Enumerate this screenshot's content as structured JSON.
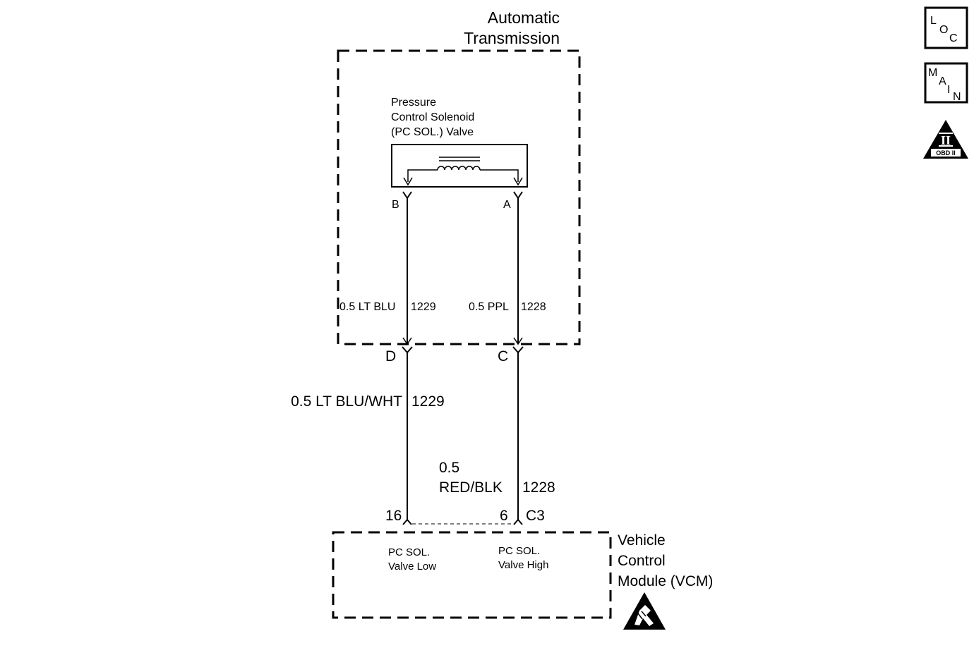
{
  "transmission": {
    "title_line1": "Automatic",
    "title_line2": "Transmission",
    "solenoid_line1": "Pressure",
    "solenoid_line2": "Control Solenoid",
    "solenoid_line3": "(PC SOL.) Valve",
    "pin_b": "B",
    "pin_a": "A",
    "wire_left_label": "0.5 LT BLU",
    "wire_left_circuit": "1229",
    "wire_right_label": "0.5 PPL",
    "wire_right_circuit": "1228"
  },
  "connector": {
    "pin_d": "D",
    "pin_c": "C"
  },
  "harness": {
    "left_wire_label": "0.5 LT BLU/WHT",
    "left_wire_circuit": "1229",
    "right_wire_gauge": "0.5",
    "right_wire_color": "RED/BLK",
    "right_wire_circuit": "1228"
  },
  "vcm": {
    "pin_left": "16",
    "pin_right": "6",
    "connector_id": "C3",
    "low_line1": "PC SOL.",
    "low_line2": "Valve Low",
    "high_line1": "PC SOL.",
    "high_line2": "Valve High",
    "title_line1": "Vehicle",
    "title_line2": "Control",
    "title_line3": "Module (VCM)"
  },
  "side_icons": {
    "loc_l": "L",
    "loc_o": "O",
    "loc_c": "C",
    "main_m": "M",
    "main_a": "A",
    "main_i": "I",
    "main_n": "N",
    "obd_roman": "II",
    "obd_label": "OBD II"
  },
  "icons": {
    "loc": "loc-icon",
    "main": "main-icon",
    "obd": "obd-ii-icon",
    "esd": "esd-warning-icon"
  }
}
